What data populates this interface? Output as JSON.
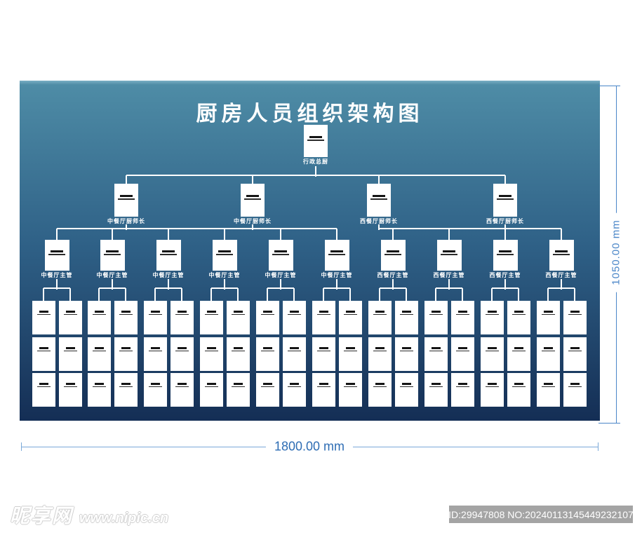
{
  "poster": {
    "title": "厨房人员组织架构图"
  },
  "org": {
    "root": {
      "label": "行政总厨"
    },
    "level2": [
      {
        "label": "中餐厅厨师长"
      },
      {
        "label": "中餐厅厨师长"
      },
      {
        "label": "西餐厅厨师长"
      },
      {
        "label": "西餐厅厨师长"
      }
    ],
    "level3": [
      {
        "label": "中餐厅主管"
      },
      {
        "label": "中餐厅主管"
      },
      {
        "label": "中餐厅主管"
      },
      {
        "label": "中餐厅主管"
      },
      {
        "label": "中餐厅主管"
      },
      {
        "label": "中餐厅主管"
      },
      {
        "label": "西餐厅主管"
      },
      {
        "label": "西餐厅主管"
      },
      {
        "label": "西餐厅主管"
      },
      {
        "label": "西餐厅主管"
      }
    ],
    "level4": {
      "columns_per_supervisor": 2,
      "rows_per_column": 3
    }
  },
  "dimensions": {
    "height_label": "1050.00 mm",
    "width_label": "1800.00 mm"
  },
  "watermark": {
    "site_name": "昵享网",
    "site_url": "www.nipic.cn",
    "id_text": "ID:29947808 NO:20240113145449232107"
  },
  "colors": {
    "poster_top": "#4E8CA6",
    "poster_mid": "#2F6187",
    "poster_bottom": "#142E55",
    "connector": "#FFFFFF",
    "box_fill": "#FFFFFF",
    "mark_dark": "#151515",
    "dim_line": "#4A86C8",
    "dim_text": "#2E6DB4",
    "id_bar_bg": "#A4A4A4"
  }
}
